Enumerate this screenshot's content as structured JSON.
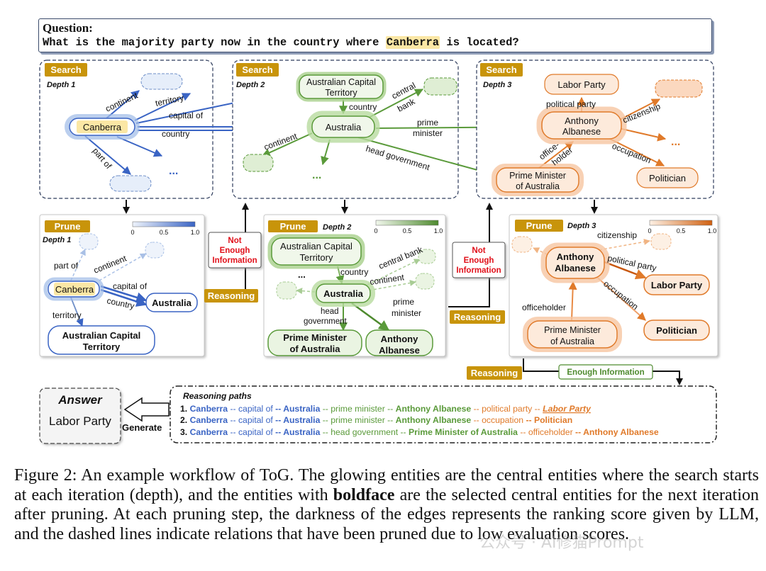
{
  "question": {
    "label": "Question:",
    "text_before": "What is the majority party now in the country where ",
    "highlight": "Canberra",
    "text_after": " is located?"
  },
  "stages": {
    "search": "Search",
    "prune": "Prune",
    "reasoning": "Reasoning",
    "not_enough": [
      "Not",
      "Enough",
      "Information"
    ],
    "enough": "Enough Information",
    "depth1": "Depth 1",
    "depth2": "Depth 2",
    "depth3": "Depth 3",
    "ellipsis": "..."
  },
  "scale": {
    "ticks": [
      "0",
      "0.5",
      "1.0"
    ]
  },
  "entities": {
    "canberra": "Canberra",
    "australia": "Australia",
    "act": [
      "Australian Capital",
      "Territory"
    ],
    "albanese": [
      "Anthony",
      "Albanese"
    ],
    "labor": "Labor Party",
    "pm": [
      "Prime Minister",
      "of Australia"
    ],
    "politician": "Politician"
  },
  "relations": {
    "continent": "continent",
    "territory": "territory",
    "capital_of": "capital of",
    "country": "country",
    "part_of": "part of",
    "central_bank": [
      "central",
      "bank"
    ],
    "prime_minister": [
      "prime",
      "minister"
    ],
    "head_government": "head government",
    "head_government_split": [
      "head",
      "government"
    ],
    "political_party": "political party",
    "citizenship": "citizenship",
    "office_holder": [
      "office-",
      "holder"
    ],
    "officeholder": "officeholder",
    "occupation": "occupation"
  },
  "answer": {
    "label": "Answer",
    "value": "Labor Party",
    "generate": "Generate"
  },
  "reasoning_paths": {
    "title": "Reasoning paths",
    "paths": [
      [
        {
          "t": "1. ",
          "c": "#111111",
          "b": true
        },
        {
          "t": "Canberra",
          "c": "#3a64c4",
          "b": true
        },
        {
          "t": " -- capital of ",
          "c": "#3a64c4",
          "b": false
        },
        {
          "t": "-- Australia",
          "c": "#3a64c4",
          "b": true
        },
        {
          "t": " -- prime minister -- ",
          "c": "#5a9a3a",
          "b": false
        },
        {
          "t": "Anthony Albanese",
          "c": "#5a9a3a",
          "b": true
        },
        {
          "t": " -- political party -- ",
          "c": "#e07a2a",
          "b": false
        },
        {
          "t": "Labor Party",
          "c": "#e07a2a",
          "b": true,
          "i": true,
          "u": true
        }
      ],
      [
        {
          "t": "2. ",
          "c": "#111111",
          "b": true
        },
        {
          "t": "Canberra",
          "c": "#3a64c4",
          "b": true
        },
        {
          "t": " -- capital of ",
          "c": "#3a64c4",
          "b": false
        },
        {
          "t": "-- Australia",
          "c": "#3a64c4",
          "b": true
        },
        {
          "t": " -- prime minister -- ",
          "c": "#5a9a3a",
          "b": false
        },
        {
          "t": "Anthony Albanese",
          "c": "#5a9a3a",
          "b": true
        },
        {
          "t": " -- occupation ",
          "c": "#e07a2a",
          "b": false
        },
        {
          "t": "-- Politician",
          "c": "#e07a2a",
          "b": true
        }
      ],
      [
        {
          "t": "3. ",
          "c": "#111111",
          "b": true
        },
        {
          "t": "Canberra",
          "c": "#3a64c4",
          "b": true
        },
        {
          "t": " -- capital of ",
          "c": "#3a64c4",
          "b": false
        },
        {
          "t": "-- Australia",
          "c": "#3a64c4",
          "b": true
        },
        {
          "t": " -- head government -- ",
          "c": "#5a9a3a",
          "b": false
        },
        {
          "t": "Prime Minister of Australia",
          "c": "#5a9a3a",
          "b": true
        },
        {
          "t": " -- officeholder ",
          "c": "#e07a2a",
          "b": false
        },
        {
          "t": "-- Anthony Albanese",
          "c": "#e07a2a",
          "b": true
        }
      ]
    ]
  },
  "caption": {
    "part1": "Figure 2: An example workflow of ToG. The glowing entities are the central entities where the search starts at each iteration (depth), and the entities with ",
    "bold": "boldface",
    "part2": " are the selected central entities for the next iteration after pruning. At each pruning step, the darkness of the edges represents the ranking score given by LLM, and the dashed lines indicate relations that have been pruned due to low evaluation scores."
  },
  "watermark": "公众号 · AI修猫Prompt",
  "colors": {
    "blue": "#3a64c4",
    "green": "#5a9a3a",
    "orange": "#e07a2a",
    "gold": "#c8940a",
    "red": "#e0101a"
  }
}
